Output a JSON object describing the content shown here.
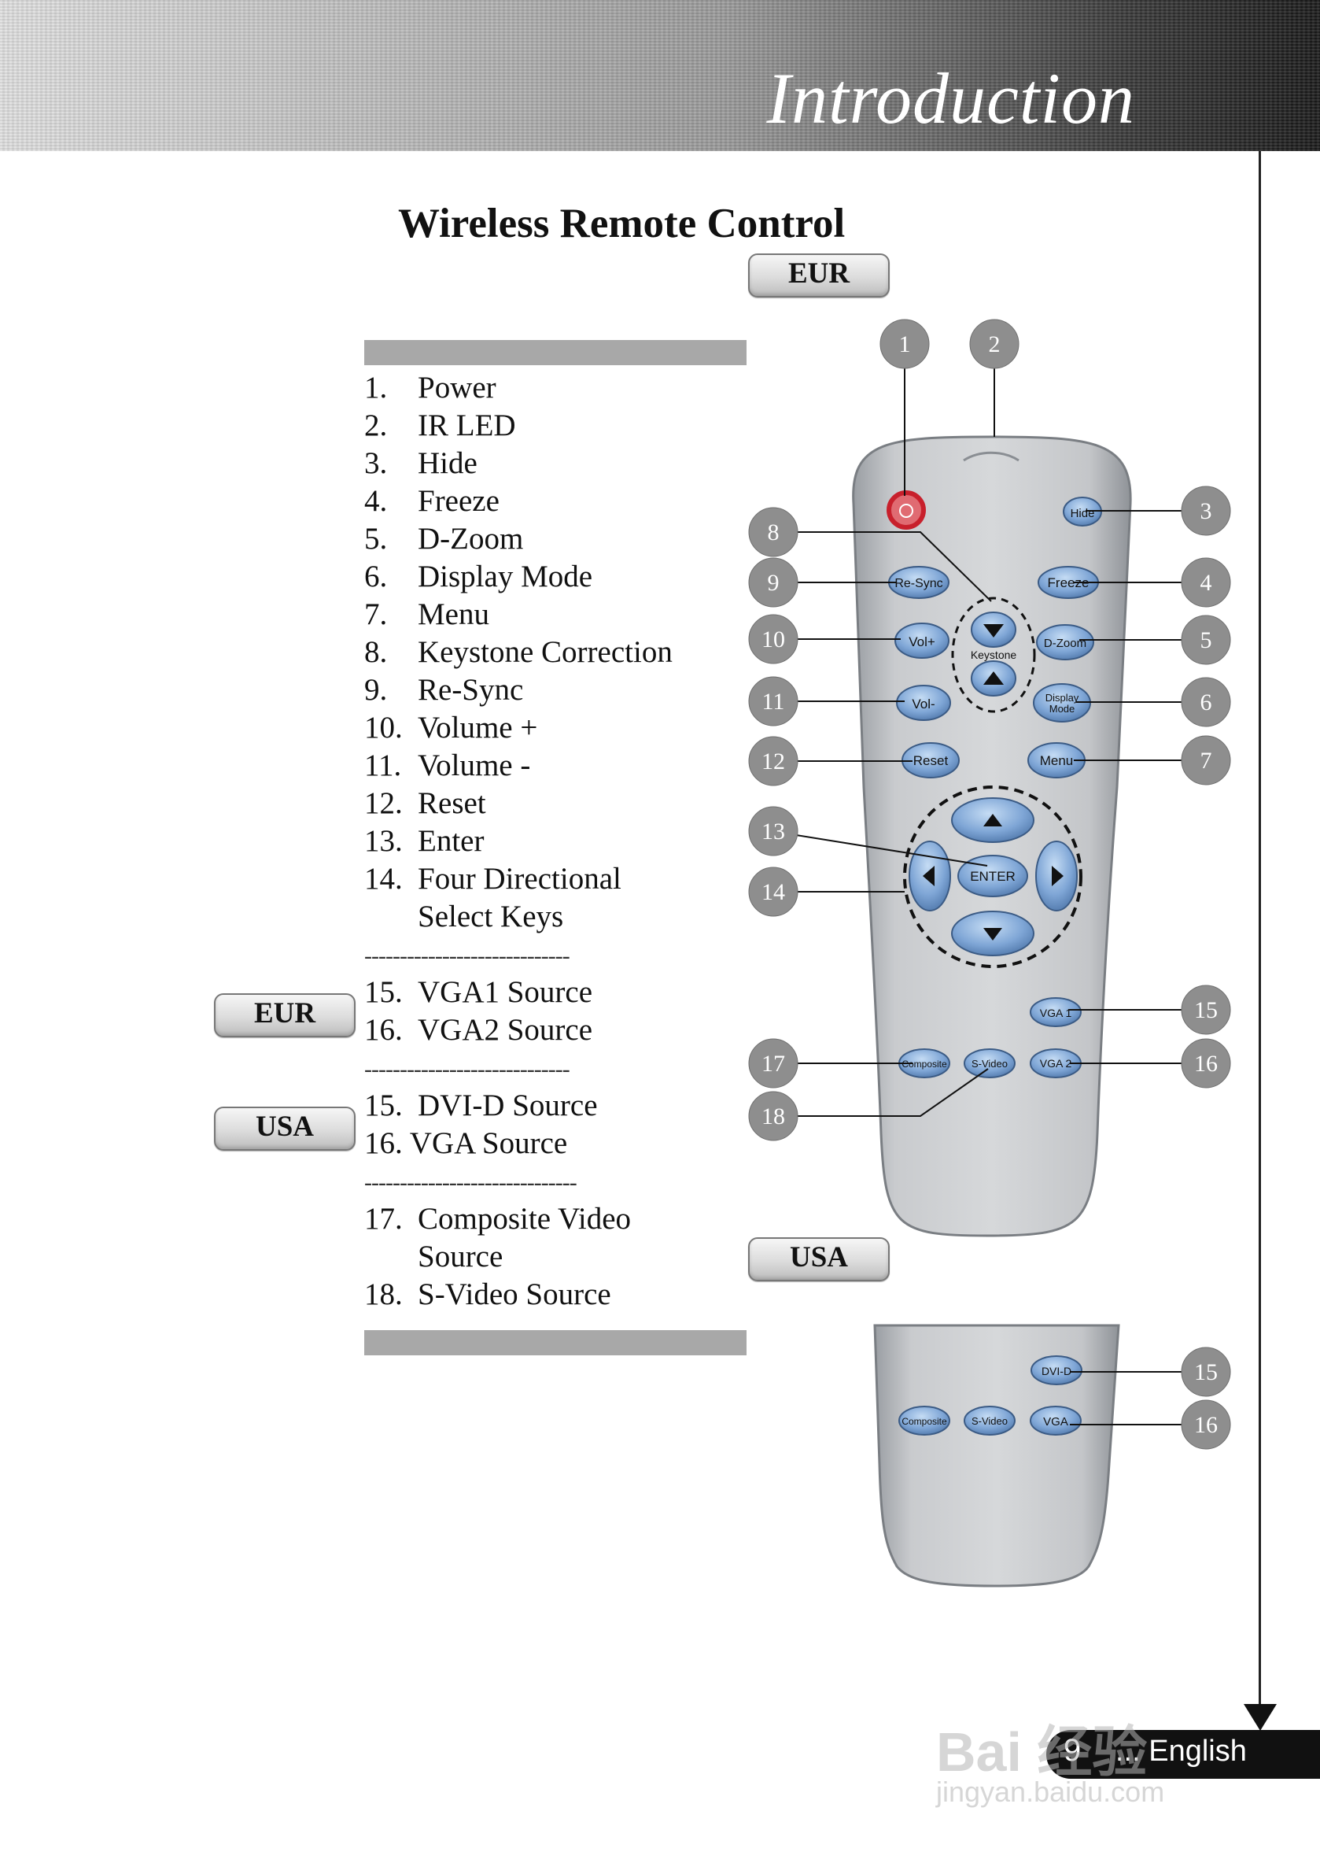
{
  "header": {
    "title": "Introduction"
  },
  "section_title": "Wireless Remote Control",
  "tags": {
    "eur_top": "EUR",
    "usa_mid": "USA",
    "eur_list": "EUR",
    "usa_list": "USA"
  },
  "items": [
    {
      "num": "1.",
      "label": "Power"
    },
    {
      "num": "2.",
      "label": "IR LED"
    },
    {
      "num": "3.",
      "label": "Hide"
    },
    {
      "num": "4.",
      "label": "Freeze"
    },
    {
      "num": "5.",
      "label": "D-Zoom"
    },
    {
      "num": "6.",
      "label": "Display Mode"
    },
    {
      "num": "7.",
      "label": "Menu"
    },
    {
      "num": "8.",
      "label": "Keystone Correction"
    },
    {
      "num": "9.",
      "label": "Re-Sync"
    },
    {
      "num": "10.",
      "label": "Volume +"
    },
    {
      "num": "11.",
      "label": "Volume -"
    },
    {
      "num": "12.",
      "label": "Reset"
    },
    {
      "num": "13.",
      "label": "Enter"
    },
    {
      "num": "14.",
      "label": "Four Directional"
    },
    {
      "num": "",
      "label": "Select Keys"
    }
  ],
  "separator": "-----------------------------",
  "separator_long": "------------------------------",
  "eur_items": [
    {
      "num": "15.",
      "label": "VGA1 Source"
    },
    {
      "num": "16.",
      "label": "VGA2 Source"
    }
  ],
  "usa_items": [
    {
      "num": "15.",
      "label": "DVI-D Source"
    },
    {
      "text": "16. VGA Source"
    }
  ],
  "common_items": [
    {
      "num": "17.",
      "label": "Composite Video"
    },
    {
      "num": "",
      "label": "Source"
    },
    {
      "num": "18.",
      "label": "S-Video Source"
    }
  ],
  "remote_buttons": {
    "hide": "Hide",
    "resync": "Re-Sync",
    "freeze": "Freeze",
    "volplus": "Vol+",
    "keystone": "Keystone",
    "dzoom": "D-Zoom",
    "volminus": "Vol-",
    "display1": "Display",
    "display2": "Mode",
    "reset": "Reset",
    "menu": "Menu",
    "enter": "ENTER",
    "vga1": "VGA 1",
    "composite": "Composite",
    "svideo": "S-Video",
    "vga2": "VGA 2",
    "dvid": "DVI-D",
    "vga": "VGA"
  },
  "callouts": [
    "1",
    "2",
    "3",
    "4",
    "5",
    "6",
    "7",
    "8",
    "9",
    "10",
    "11",
    "12",
    "13",
    "14",
    "15",
    "16",
    "17",
    "18"
  ],
  "usa_callouts": [
    "15",
    "16"
  ],
  "footer": {
    "page": "9",
    "lang": "... English"
  },
  "watermark": {
    "brand": "Bai  经验",
    "url": "jingyan.baidu.com"
  },
  "colors": {
    "button_blue": "#7fa6d6",
    "callout_gray": "#8e8e8e",
    "remote_body": "#b9bcbf",
    "power_red": "#d9303a"
  }
}
